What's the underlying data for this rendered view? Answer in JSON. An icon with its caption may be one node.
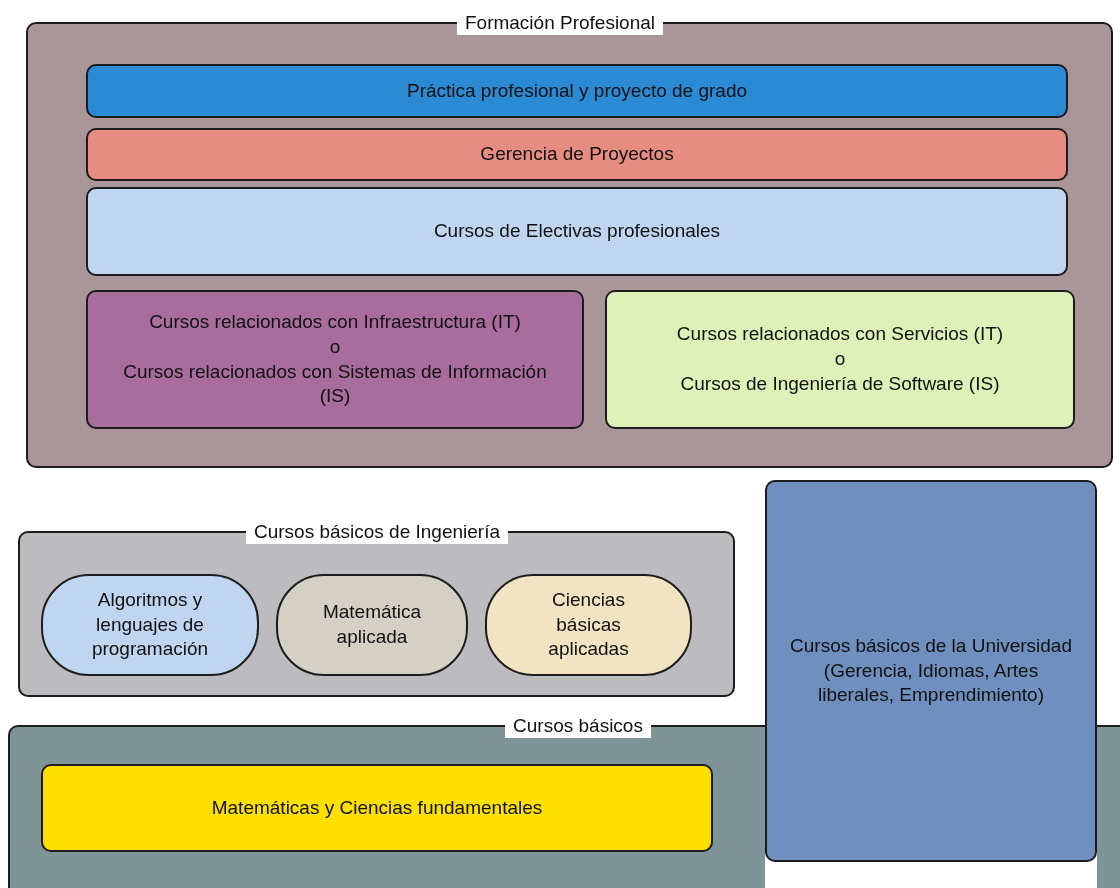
{
  "diagram": {
    "nodes": [
      {
        "text": [
          "Formación Profesional"
        ]
      },
      {
        "text": [
          "Práctica profesional y proyecto de grado"
        ],
        "in": 0
      },
      {
        "text": [
          "Gerencia de Proyectos"
        ],
        "in": 0
      },
      {
        "text": [
          "Cursos de Electivas profesionales"
        ],
        "in": 0
      },
      {
        "text": [
          "Cursos relacionados con Infraestructura (IT)",
          "o",
          "Cursos relacionados con Sistemas de Información (IS)"
        ],
        "in": 0
      },
      {
        "text": [
          "Cursos relacionados con Servicios (IT)",
          "o",
          "Cursos de Ingeniería de Software (IS)"
        ],
        "in": 0
      },
      {
        "text": [
          "Cursos básicos de Ingeniería"
        ]
      },
      {
        "text": [
          "Algoritmos y lenguajes de programación"
        ],
        "in": 6
      },
      {
        "text": [
          "Matemática aplicada"
        ],
        "in": 6
      },
      {
        "text": [
          "Ciencias básicas aplicadas"
        ],
        "in": 6
      },
      {
        "text": [
          "Cursos básicos"
        ]
      },
      {
        "text": [
          "Matemáticas y Ciencias fundamentales"
        ],
        "in": 10
      },
      {
        "text": [
          "Cursos básicos de la Universidad",
          "(Gerencia, Idiomas, Artes liberales, Emprendimiento)"
        ]
      }
    ]
  }
}
